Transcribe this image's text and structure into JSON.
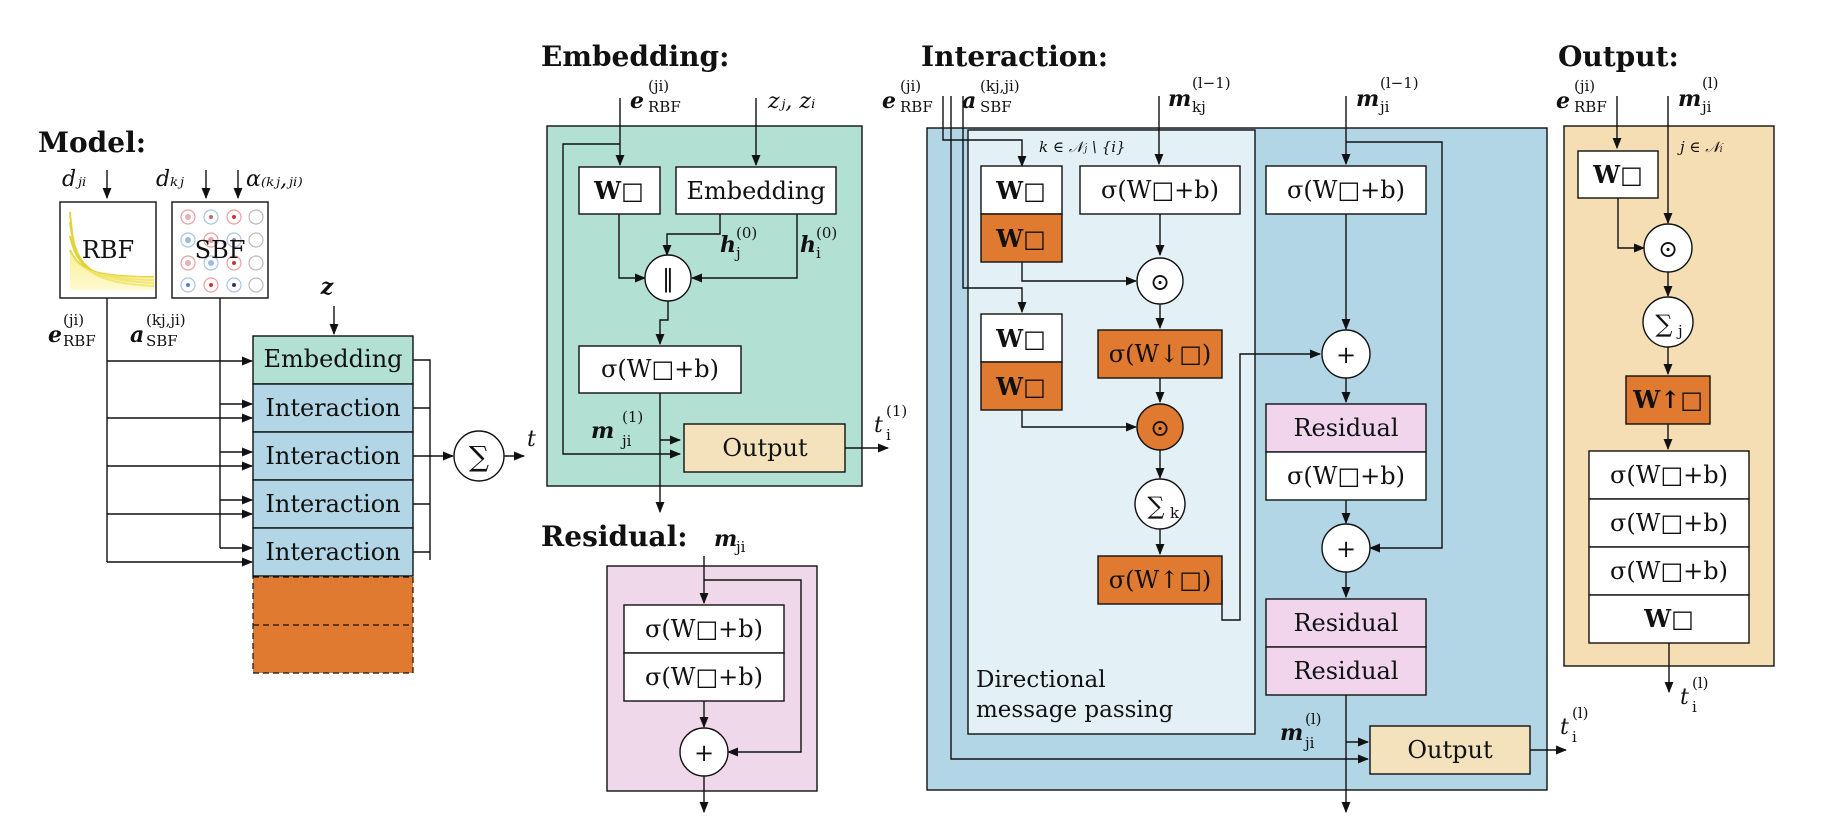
{
  "colors": {
    "embedding_bg": "#b2e1d4",
    "interaction_bg": "#b2d6e6",
    "dmp_bg": "#e3f1f7",
    "output_bg": "#f5deb3",
    "output_box": "#f4e2bd",
    "residual_bg": "#eed8ea",
    "residual_box": "#f1d5ec",
    "orange": "#df7a30",
    "white": "#ffffff",
    "rbf_curve": "#e8dc48"
  },
  "model": {
    "title": "Model:",
    "inputs": {
      "d_ji": "dⱼᵢ",
      "d_kj": "dₖⱼ",
      "alpha": "α₍ₖⱼ,ⱼᵢ₎",
      "z": "z"
    },
    "rbf_label": "RBF",
    "sbf_label": "SBF",
    "e_rbf": "e",
    "e_rbf_sup": "(ji)",
    "e_rbf_sub": "RBF",
    "a_sbf": "a",
    "a_sbf_sup": "(kj,ji)",
    "a_sbf_sub": "SBF",
    "stack": [
      "Embedding",
      "Interaction",
      "Interaction",
      "Interaction",
      "Interaction"
    ],
    "sum_symbol": "∑",
    "output": "t"
  },
  "embedding": {
    "title": "Embedding:",
    "in_e": "e",
    "in_e_sup": "(ji)",
    "in_e_sub": "RBF",
    "in_z": "zⱼ, zᵢ",
    "w_box": "W□",
    "embedding_box": "Embedding",
    "h_j": "h",
    "h_j_sub": "j",
    "h_j_sup": "(0)",
    "h_i": "h",
    "h_i_sub": "i",
    "h_i_sup": "(0)",
    "concat": "‖",
    "dense": "σ(W□+b)",
    "m_out": "m",
    "m_out_sub": "ji",
    "m_out_sup": "(1)",
    "output_box": "Output",
    "t_out": "t",
    "t_out_sub": "i",
    "t_out_sup": "(1)"
  },
  "residual": {
    "title": "Residual:",
    "input": "m",
    "input_sub": "ji",
    "dense_1": "σ(W□+b)",
    "dense_2": "σ(W□+b)",
    "plus": "+"
  },
  "interaction": {
    "title": "Interaction:",
    "in_e": "e",
    "in_e_sup": "(ji)",
    "in_e_sub": "RBF",
    "in_a": "a",
    "in_a_sup": "(kj,ji)",
    "in_a_sub": "SBF",
    "in_mkj": "m",
    "in_mkj_sub": "kj",
    "in_mkj_sup": "(l−1)",
    "in_mji": "m",
    "in_mji_sub": "ji",
    "in_mji_sup": "(l−1)",
    "k_set": "k ∈ 𝒩ⱼ \\ {i}",
    "w1": "W□",
    "w2": "W□",
    "w3": "W□",
    "w4": "W□",
    "dense_kj": "σ(W□+b)",
    "dense_ji": "σ(W□+b)",
    "odot_1": "⊙",
    "odot_2": "⊙",
    "down": "σ(W↓□)",
    "sum_k": "∑",
    "sum_k_sub": "k",
    "up": "σ(W↑□)",
    "plus_1": "+",
    "plus_2": "+",
    "residual_1": "Residual",
    "dense_mid": "σ(W□+b)",
    "residual_2": "Residual",
    "residual_3": "Residual",
    "dmp_line1": "Directional",
    "dmp_line2": "message passing",
    "m_out": "m",
    "m_out_sub": "ji",
    "m_out_sup": "(l)",
    "output_box": "Output",
    "t_out": "t",
    "t_out_sub": "i",
    "t_out_sup": "(l)"
  },
  "output": {
    "title": "Output:",
    "in_e": "e",
    "in_e_sup": "(ji)",
    "in_e_sub": "RBF",
    "in_m": "m",
    "in_m_sub": "ji",
    "in_m_sup": "(l)",
    "j_set": "j ∈ 𝒩ᵢ",
    "w_box": "W□",
    "odot": "⊙",
    "sum_j": "∑",
    "sum_j_sub": "j",
    "up": "W↑□",
    "dense_1": "σ(W□+b)",
    "dense_2": "σ(W□+b)",
    "dense_3": "σ(W□+b)",
    "w_final": "W□",
    "t_out": "t",
    "t_out_sub": "i",
    "t_out_sup": "(l)"
  }
}
